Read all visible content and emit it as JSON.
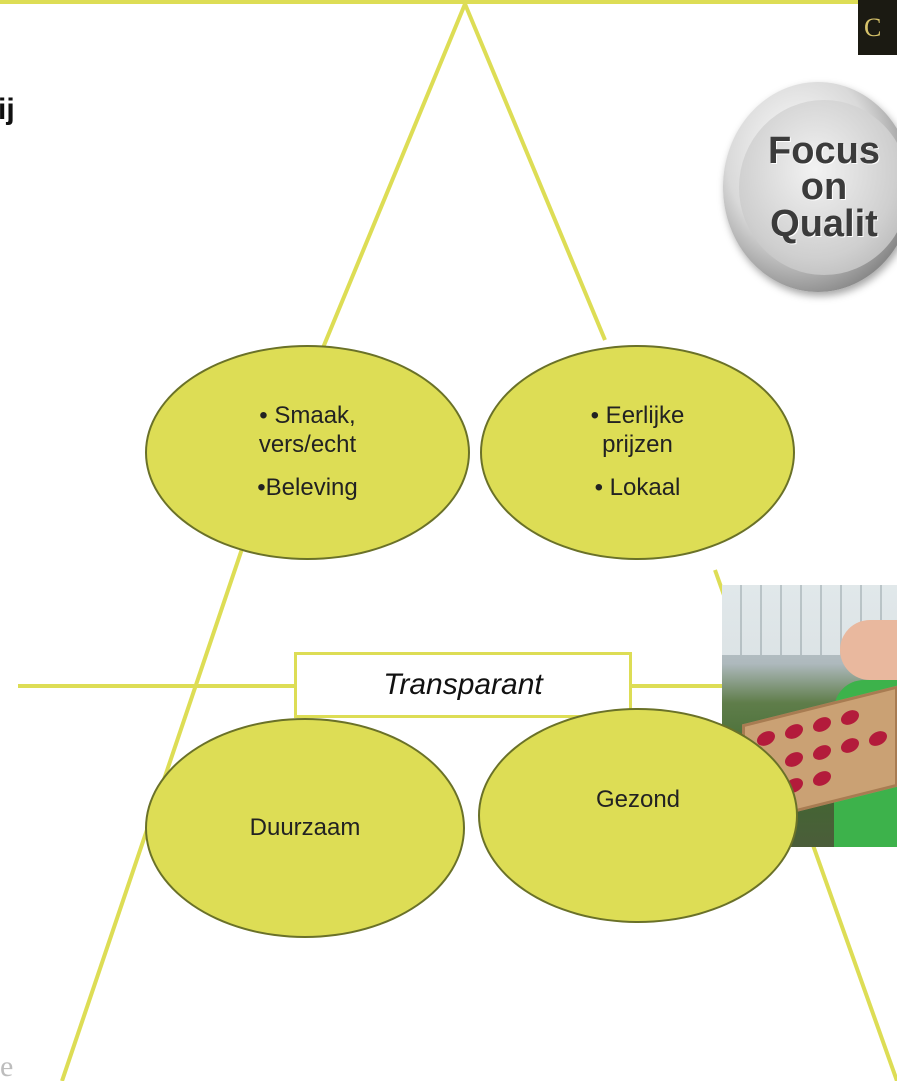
{
  "heading": "ij",
  "ellipses": {
    "top_left": {
      "line1": "• Smaak,",
      "line2": "vers/echt",
      "line3": "•Beleving"
    },
    "top_right": {
      "line1": "• Eerlijke",
      "line2": "prijzen",
      "line3": "• Lokaal"
    },
    "bottom_left": {
      "label": "Duurzaam"
    },
    "bottom_right": {
      "label": "Gezond"
    }
  },
  "center_box": {
    "label": "Transparant"
  },
  "badge": {
    "line1": "Focus",
    "line2": "on",
    "line3": "Qualit"
  },
  "logo_corner": {
    "text": "C"
  },
  "watermark": {
    "text": "e"
  },
  "colors": {
    "line": "#dddd55",
    "ellipse_fill": "#dddd55",
    "ellipse_border": "#6a7128"
  },
  "icons": {
    "badge": "focus-on-quality-badge-icon",
    "photo": "greenhouse-raspberry-farmer-photo"
  }
}
